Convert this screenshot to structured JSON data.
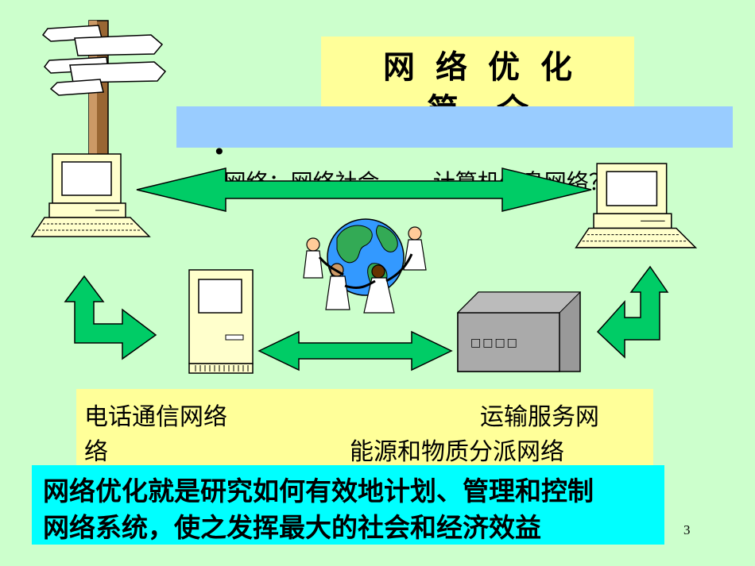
{
  "slide": {
    "title_line1": "网络优化",
    "title_line2": "简介",
    "bullet_marker": "•",
    "bullet_text": "网络：网络社会  ---- 计算机信息网络？",
    "networks": {
      "left_line1": "电话通信网络",
      "right_line1": "运输服务网",
      "left_line2": "络",
      "right_line2": "能源和物质分派网络"
    },
    "summary_line1": "网络优化就是研究如何有效地计划、管理和控制",
    "summary_line2": "网络系统，使之发挥最大的社会和经济效益",
    "page_number": "3",
    "server_label": "□□□□"
  },
  "colors": {
    "background": "#ccffcc",
    "title_box": "#ffff99",
    "bullet_box": "#99ccff",
    "summary_box": "#00ffff",
    "arrow_green": "#00cc66"
  },
  "icons": [
    "signpost-icon",
    "computer-icon",
    "globe-people-icon",
    "server-icon",
    "double-arrow-icon",
    "bent-arrow-icon"
  ]
}
